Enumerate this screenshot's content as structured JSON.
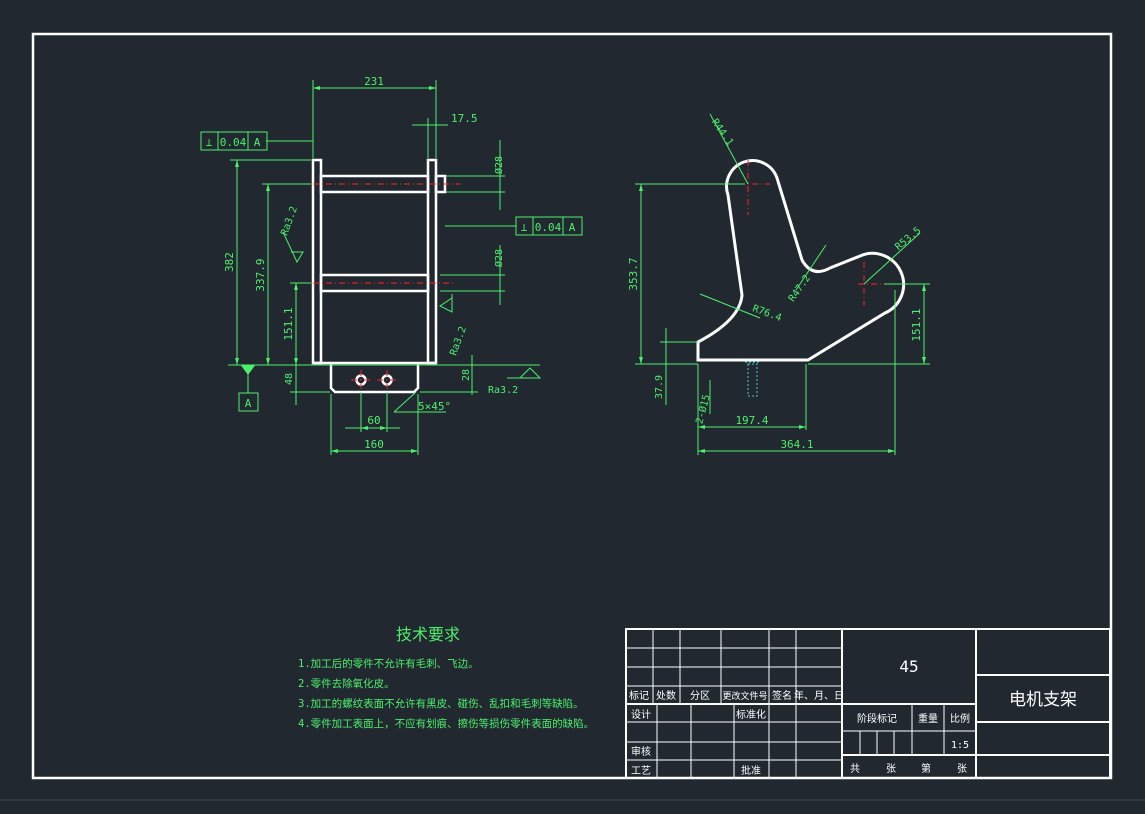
{
  "colors": {
    "background": "#212830",
    "annotation": "#4cf06a",
    "outline": "#ffffff",
    "center_line": "#ff2020"
  },
  "front_view": {
    "dim_width": "231",
    "dim_tab": "17.5",
    "dim_hole_top": "Ø28",
    "dim_hole_mid": "Ø28",
    "dim_height_total": "382",
    "dim_height_upper": "337.9",
    "dim_height_lower": "151.1",
    "dim_base": "48",
    "dim_base_right": "28",
    "dim_hole_pitch": "60",
    "dim_base_width": "160",
    "chamfer": "5×45°",
    "roughness_left": "Ra3.2",
    "roughness_mid": "Ra3.2",
    "roughness_right": "Ra3.2",
    "tol_top": {
      "symbol": "⊥",
      "value": "0.04",
      "datum": "A"
    },
    "tol_mid": {
      "symbol": "⊥",
      "value": "0.04",
      "datum": "A"
    },
    "datum_label": "A"
  },
  "side_view": {
    "r_top": "R44.1",
    "r_right": "R53.5",
    "r_inner": "R47.2",
    "r_lower": "R76.4",
    "dim_height": "353.7",
    "dim_right_height": "151.1",
    "dim_base_height": "37.9",
    "dim_holes": "2-Ø15",
    "dim_197": "197.4",
    "dim_364": "364.1"
  },
  "tech_req": {
    "title": "技术要求",
    "items": [
      "1.加工后的零件不允许有毛刺、飞边。",
      "2.零件去除氧化皮。",
      "3.加工的螺纹表面不允许有黑皮、碰伤、乱扣和毛刺等缺陷。",
      "4.零件加工表面上，不应有划痕、擦伤等损伤零件表面的缺陷。"
    ]
  },
  "title_block": {
    "material": "45",
    "part_name": "电机支架",
    "header_labels": [
      "标记",
      "处数",
      "分区",
      "更改文件号",
      "签名",
      "年、月、日"
    ],
    "design": "设计",
    "standardize": "标准化",
    "review": "审核",
    "process": "工艺",
    "approve": "批准",
    "stage_mark": "阶段标记",
    "weight": "重量",
    "ratio_label": "比例",
    "ratio_value": "1:5",
    "total_label": "共",
    "sheet_label": "张",
    "page_label": "第",
    "page_sheet_label": "张"
  }
}
